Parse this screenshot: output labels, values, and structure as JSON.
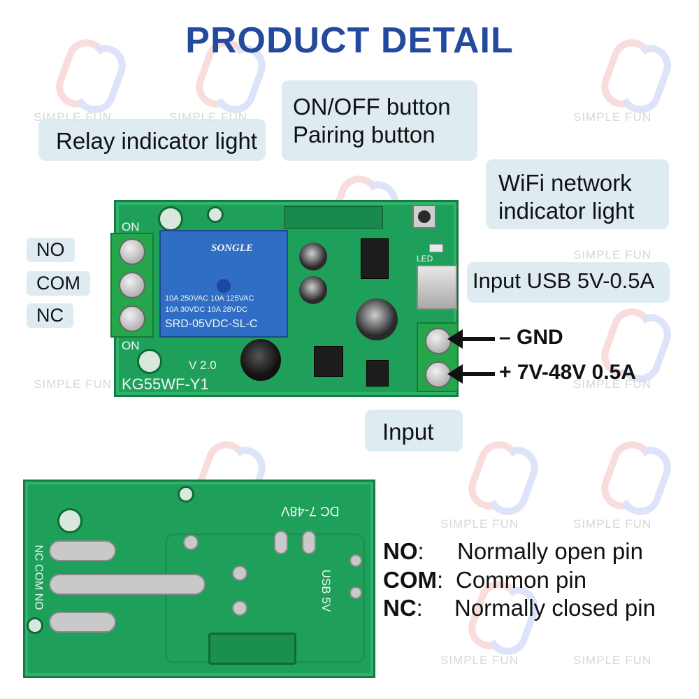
{
  "title": "PRODUCT DETAIL",
  "watermark_text": "SIMPLE FUN",
  "callouts": {
    "relay_light": "Relay indicator light",
    "onoff_line1": "ON/OFF button",
    "onoff_line2": "Pairing button",
    "wifi_line1": "WiFi network",
    "wifi_line2": "indicator light",
    "usb_input": "Input USB 5V-0.5A",
    "input": "Input"
  },
  "pins": {
    "no": "NO",
    "com": "COM",
    "nc": "NC"
  },
  "power": {
    "gnd": "– GND",
    "vin": "+ 7V-48V 0.5A"
  },
  "board_top": {
    "on_top": "ON",
    "on_bottom": "ON",
    "version": "V 2.0",
    "model": "KG55WF-Y1",
    "relay_brand": "SONGLE",
    "relay_spec1": "10A 250VAC  10A 125VAC",
    "relay_spec2": "10A  30VDC  10A 28VDC",
    "relay_model": "SRD-05VDC-SL-C",
    "led_label": "LED"
  },
  "board_bottom": {
    "dc_label": "DC 7-48V",
    "usb_label": "USB 5V",
    "pin_labels": "NC COM NO"
  },
  "pin_descriptions": [
    {
      "key": "NO",
      "sep": ":",
      "text": "Normally open pin"
    },
    {
      "key": "COM",
      "sep": ":",
      "text": "Common pin"
    },
    {
      "key": "NC",
      "sep": ":",
      "text": "Normally closed pin"
    }
  ],
  "colors": {
    "title": "#234a9c",
    "pcb": "#1fa05a",
    "relay": "#2f6ec4",
    "callout_bg": "#d8e9f0"
  }
}
